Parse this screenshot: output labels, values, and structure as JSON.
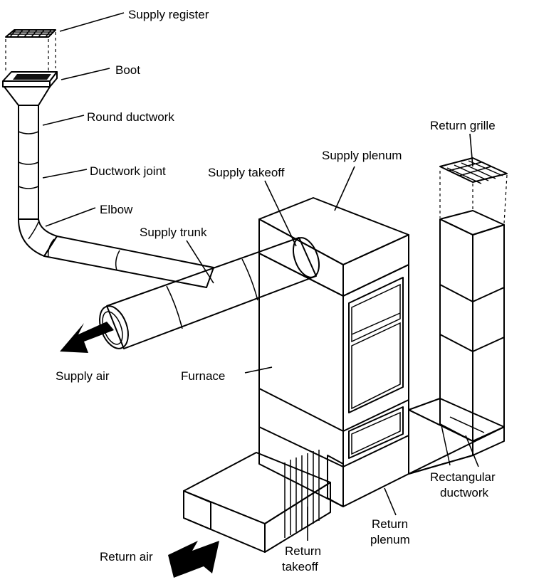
{
  "labels": {
    "supply_register": "Supply register",
    "boot": "Boot",
    "round_ductwork": "Round ductwork",
    "ductwork_joint": "Ductwork joint",
    "elbow": "Elbow",
    "supply_trunk": "Supply trunk",
    "supply_takeoff": "Supply takeoff",
    "supply_plenum": "Supply plenum",
    "return_grille": "Return grille",
    "supply_air": "Supply air",
    "furnace": "Furnace",
    "rectangular_ductwork_line1": "Rectangular",
    "rectangular_ductwork_line2": "ductwork",
    "return_plenum_line1": "Return",
    "return_plenum_line2": "plenum",
    "return_takeoff_line1": "Return",
    "return_takeoff_line2": "takeoff",
    "return_air": "Return air"
  },
  "colors": {
    "front_face": "#c8c8c8",
    "side_face": "#bdbdbd",
    "top_face": "#e6e6e6",
    "duct_fill": "#ffffff",
    "dark_opening": "#2a2a2a",
    "arrow": "#000000"
  }
}
